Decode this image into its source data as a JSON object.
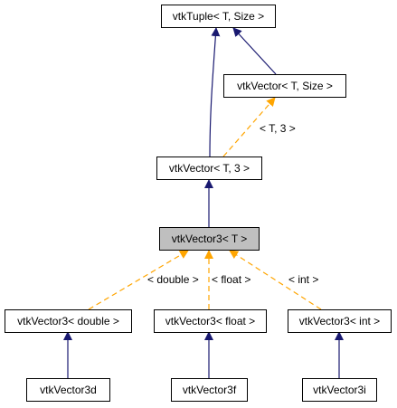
{
  "colors": {
    "node_fill": "#ffffff",
    "highlight_fill": "#bfbfbf",
    "inheritance_edge": "#191970",
    "template_edge": "#ffa500",
    "border": "#000000"
  },
  "nodes": {
    "tuple": "vtkTuple< T, Size >",
    "vector_t_size": "vtkVector< T, Size >",
    "vector_t_3": "vtkVector< T, 3 >",
    "vector3_t": "vtkVector3< T >",
    "vector3_double": "vtkVector3< double >",
    "vector3_float": "vtkVector3< float >",
    "vector3_int": "vtkVector3< int >",
    "vector3d": "vtkVector3d",
    "vector3f": "vtkVector3f",
    "vector3i": "vtkVector3i"
  },
  "edge_labels": {
    "t_3": "< T, 3 >",
    "double": "< double >",
    "float": "< float >",
    "int": "< int >"
  }
}
